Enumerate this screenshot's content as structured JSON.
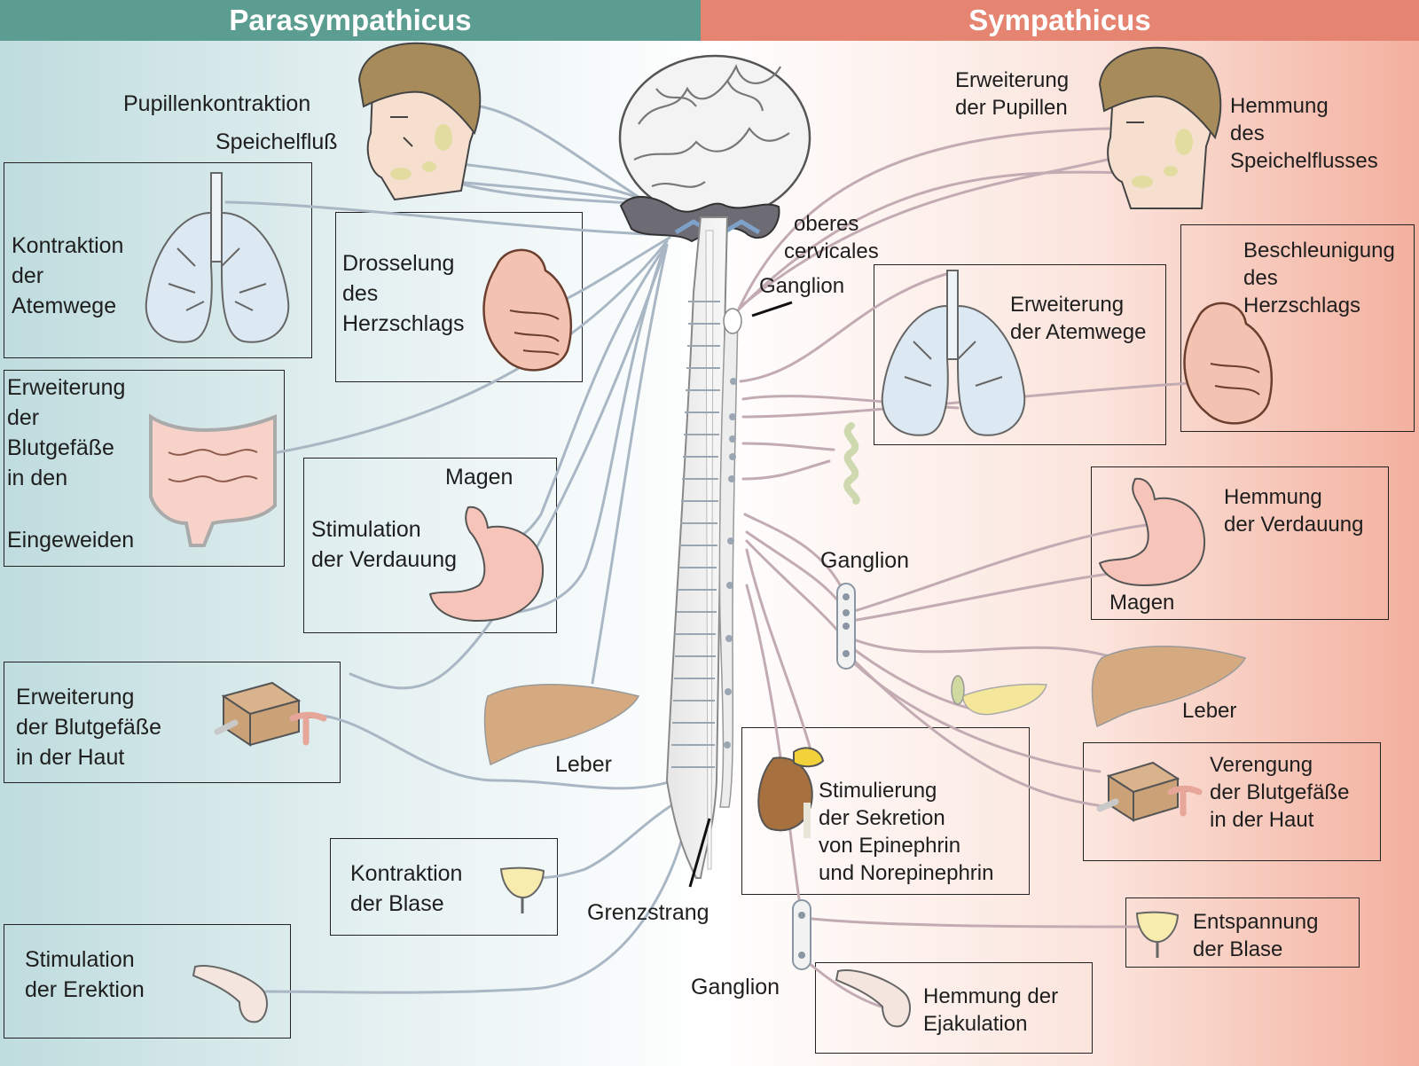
{
  "header": {
    "parasympathicus": "Parasympathicus",
    "sympathicus": "Sympathicus"
  },
  "colors": {
    "parasympathicus_header": "#5b9d90",
    "sympathicus_header": "#e58571",
    "nerve": "#a9b7c4",
    "nerve_sympathetic": "#c3abb3"
  },
  "labels": {
    "pupillenkontraktion": "Pupillenkontraktion",
    "speichelfluss": "Speichelfluß",
    "atemwege_kontraktion": [
      "Kontraktion",
      "der",
      "Atemwege"
    ],
    "herzschlag_drosselung": [
      "Drosselung",
      "des",
      "Herzschlags"
    ],
    "eingeweide_erweiterung": [
      "Erweiterung",
      "der",
      "Blutgefäße",
      "in den"
    ],
    "eingeweide_word": "Eingeweiden",
    "magen_left": "Magen",
    "verdauung_stimulation": [
      "Stimulation",
      "der Verdauung"
    ],
    "haut_erweiterung": [
      "Erweiterung",
      "der Blutgefäße",
      "in der Haut"
    ],
    "leber_left": "Leber",
    "blase_kontraktion": [
      "Kontraktion",
      "der Blase"
    ],
    "erektion_stimulation": [
      "Stimulation",
      "der Erektion"
    ],
    "grenzstrang": "Grenzstrang",
    "ganglion_bottom": "Ganglion",
    "pupillen_erweiterung": [
      "Erweiterung",
      "der Pupillen"
    ],
    "speichelfluss_hemmung": [
      "Hemmung",
      "des",
      "Speichelflusses"
    ],
    "oberes_ganglion": [
      "oberes",
      "cervicales"
    ],
    "oberes_ganglion_word": "Ganglion",
    "atemwege_erweiterung": [
      "Erweiterung",
      "der Atemwege"
    ],
    "herzschlag_beschleunigung": [
      "Beschleunigung",
      "des",
      "Herzschlags"
    ],
    "ganglion_middle": "Ganglion",
    "verdauung_hemmung": [
      "Hemmung",
      "der Verdauung"
    ],
    "magen_right": "Magen",
    "leber_right": "Leber",
    "sekretion_stimulierung": [
      "Stimulierung",
      "der Sekretion",
      "von Epinephrin",
      "und Norepinephrin"
    ],
    "haut_verengung": [
      "Verengung",
      "der Blutgefäße",
      "in der Haut"
    ],
    "blase_entspannung": [
      "Entspannung",
      "der Blase"
    ],
    "ejakulation_hemmung": [
      "Hemmung der",
      "Ejakulation"
    ]
  }
}
